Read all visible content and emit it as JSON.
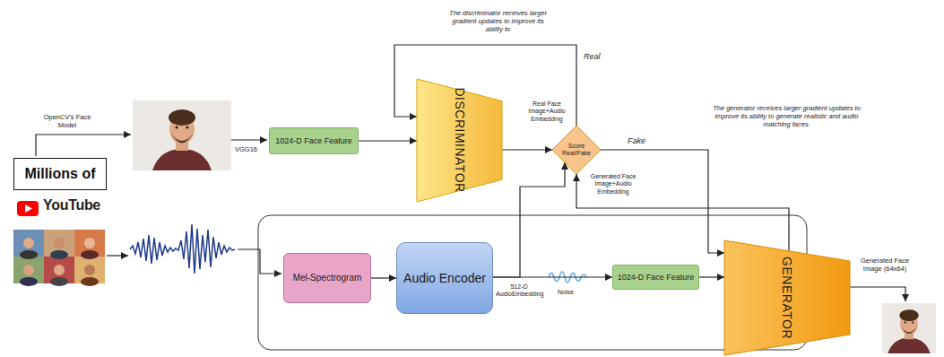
{
  "diagram": {
    "nodes": [
      {
        "text": [
          "Millions of",
          "YouTube"
        ]
      },
      {
        "text": [
          "1024-D Face Feature"
        ]
      },
      {
        "text": [
          "DISCRIMINATOR"
        ]
      },
      {
        "text": [
          "Score Real/Fake"
        ]
      },
      {
        "text": [
          "Mel-Spectrogram"
        ]
      },
      {
        "text": [
          "Audio Encoder"
        ]
      },
      {
        "text": [
          "1024-D Face Feature"
        ]
      },
      {
        "text": [
          "GENERATOR"
        ]
      }
    ],
    "edges": [
      {
        "from": 1,
        "to": 2,
        "arrow": "to"
      },
      {
        "from": 2,
        "to": 3,
        "arrow": "to"
      },
      {
        "from": 3,
        "to": 2,
        "arrow": "to"
      },
      {
        "from": 3,
        "to": 7,
        "arrow": "to"
      },
      {
        "from": 4,
        "to": 5,
        "arrow": "to"
      },
      {
        "from": 5,
        "to": 6,
        "arrow": "to"
      },
      {
        "from": 5,
        "to": 3,
        "arrow": "to"
      },
      {
        "from": 6,
        "to": 7,
        "arrow": "to"
      },
      {
        "from": 7,
        "to": 3,
        "arrow": "to"
      }
    ],
    "labels": [
      "The discriminator receives larger gradient updates to improve its ability to",
      "OpenCV's Face Model",
      "VGG16",
      "Real",
      "Real Face Image+Audio Embedding",
      "Fake",
      "Generated Face Image+Audio Embedding",
      "The generator receives larger gradient updates to improve its ability to generate realistic and audio matching faces.",
      "512-D AudioEmbedding",
      "Noise",
      "Generated Face Image (64x64)"
    ]
  }
}
